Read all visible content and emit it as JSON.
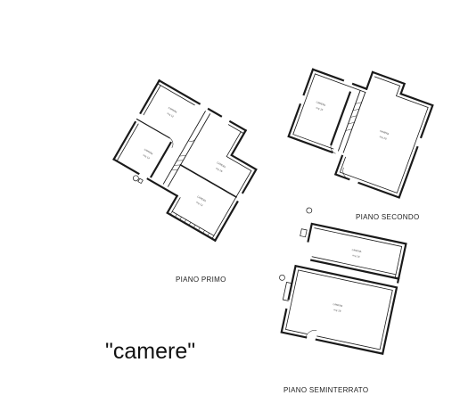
{
  "floors": {
    "primo": {
      "label": "PIANO PRIMO"
    },
    "secondo": {
      "label": "PIANO SECONDO"
    },
    "seminterrato": {
      "label": "PIANO SEMINTERRATO"
    }
  },
  "title": "\"camere\"",
  "colors": {
    "wall": "#1a1a1a",
    "thin_wall": "#555555",
    "background": "#ffffff"
  }
}
